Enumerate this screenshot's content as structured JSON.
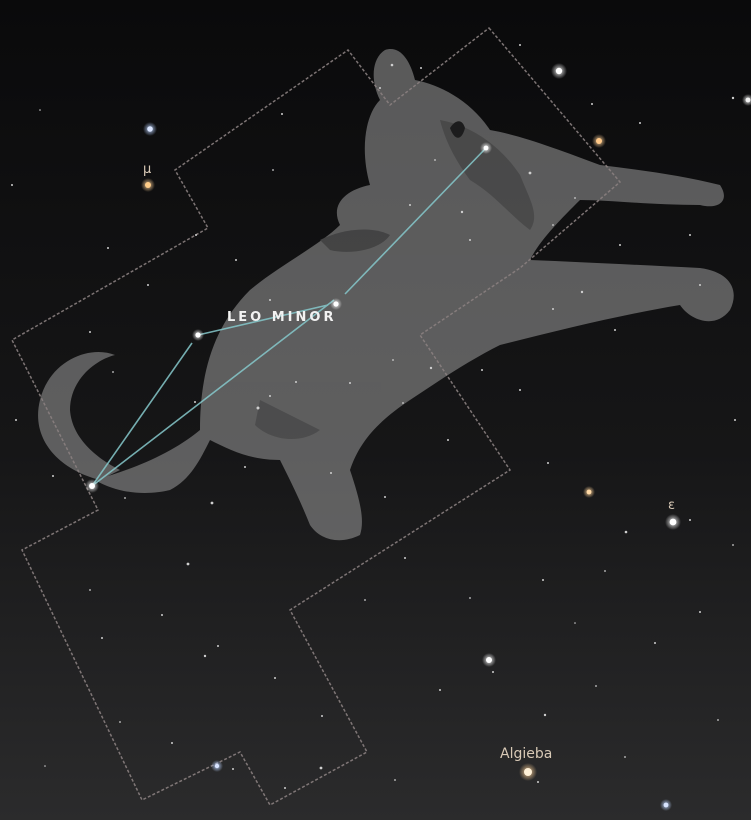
{
  "constellation": {
    "name": "LEO MINOR",
    "boundary_color": "#8a7f7f",
    "line_color": "#86c9cc",
    "art_color": "#9a9a9a"
  },
  "labels": {
    "mu": "μ",
    "epsilon": "ε",
    "algieba": "Algieba"
  },
  "colors": {
    "background_top": "#0a0a0b",
    "background_bottom": "#2a2a2b",
    "label_text": "#d8c9b6",
    "name_text": "#f2f2f2"
  }
}
